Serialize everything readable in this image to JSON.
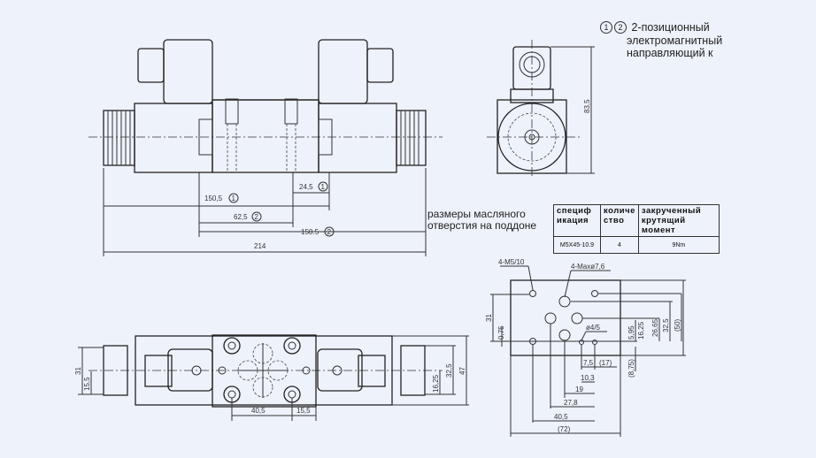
{
  "legend": {
    "markers": [
      "1",
      "2"
    ],
    "lines": [
      "2-позиционный",
      "электромагнитный",
      "направляющий к"
    ]
  },
  "note": {
    "lines": [
      "размеры масляного",
      "отверстия на поддоне"
    ]
  },
  "spec_table": {
    "headers": [
      [
        "специф",
        "икация"
      ],
      [
        "количе",
        "ство"
      ],
      [
        "закрученный",
        "крутящий момент"
      ]
    ],
    "row": [
      "M5X45-10.9",
      "4",
      "9Nm"
    ]
  },
  "front_view_dims": {
    "d1": "150,5",
    "d1_marker": "1",
    "d2": "24,5",
    "d2_marker": "1",
    "d3": "62,5",
    "d3_marker": "2",
    "d4": "150.5",
    "d4_marker": "2",
    "d5": "214"
  },
  "side_view_dims": {
    "height": "83,5"
  },
  "bottom_view_dims": {
    "h31": "31",
    "h15": "15,5",
    "w40": "40,5",
    "w15": "15,5",
    "r16": "16,25",
    "r32": "32,5",
    "r47": "47"
  },
  "port_dims": {
    "m5": "4-M5/10",
    "max": "4-Maxø7,6",
    "pin": "ø4/5",
    "v31": "31",
    "v075": "0,75",
    "v595": "5,95",
    "v1625": "16,25",
    "v2665": "26,65",
    "v325": "32,5",
    "v50": "(50)",
    "v875": "(8,75)",
    "h75": "7,5",
    "h17": "(17)",
    "h103": "10,3",
    "h19": "19",
    "h278": "27,8",
    "h405": "40,5",
    "h72": "(72)"
  }
}
